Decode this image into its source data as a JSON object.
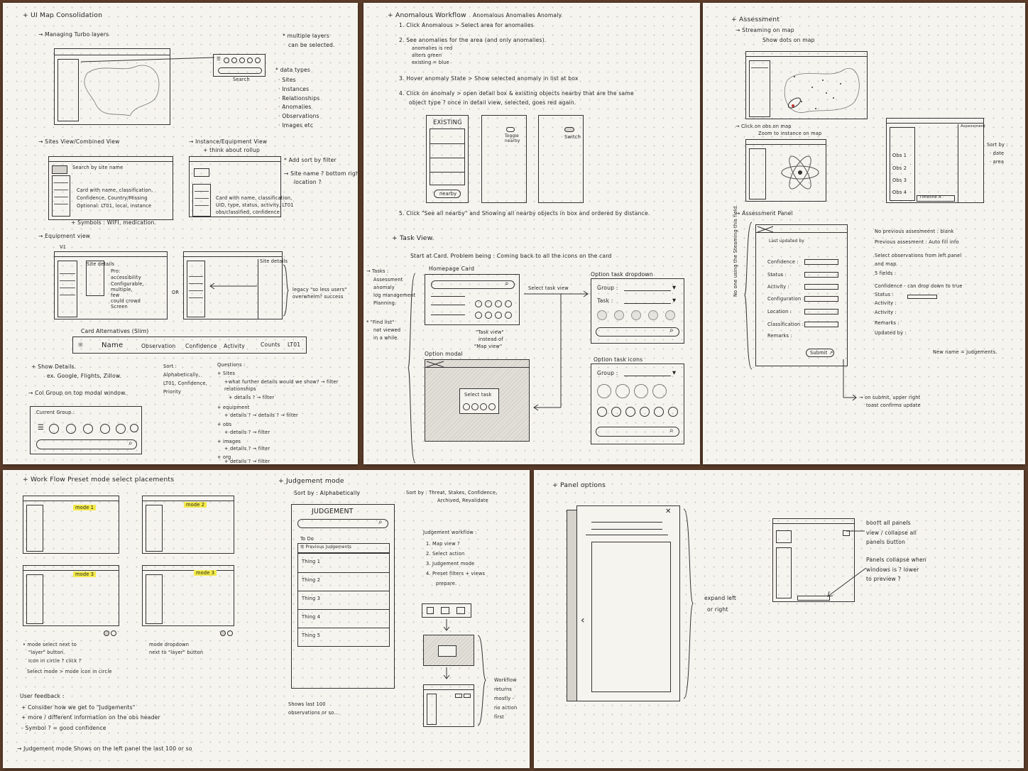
{
  "s1": {
    "title": "+ UI Map Consolidation",
    "turbo": "→ Managing Turbo layers",
    "multi": "* multiple layers",
    "multi2": "can be selected.",
    "search": "Search",
    "dtypes": "* data types",
    "types": [
      "· Sites",
      "· Instances",
      "· Relationships",
      "· Anomalies",
      "· Observations",
      "· Images etc"
    ],
    "sites_view": "→ Sites View/Combined View",
    "instance_view": "→ Instance/Equipment View",
    "rollup": "+ think about rollup",
    "search_site": "Search by site name",
    "card1": [
      "Card with name, classification,",
      "Confidence, Country/Missing",
      "Optional: LT01, local, instance"
    ],
    "card2": [
      "Card with name, classification,",
      "UID, type, status, activity, LT01",
      "obs/classified, confidence"
    ],
    "sort_filter": "* Add sort by filter",
    "site_name": "→ Site name ? bottom right",
    "site_name2": "location ?",
    "symbols": "+ Symbols : WIFI, medication.",
    "equip_view": "→ Equipment view",
    "v1": "V1",
    "site_details": "Site details",
    "pros": [
      "Pro:",
      "accessibility",
      "Configurable,",
      "multiple,",
      "few",
      "could crowd",
      "Screen"
    ],
    "or": "OR",
    "legacy": [
      "legacy \"so less users\"",
      "overwhelm? success"
    ],
    "card_alt": "Card Alternatives (Slim)",
    "card_cols": [
      "Name",
      "Observation",
      "Confidence",
      "Activity",
      "Counts",
      "LT01"
    ],
    "show_details": "+ Show Details.",
    "ex": "ex. Google, Flights, Zillow.",
    "sort": [
      "Sort :",
      "Alphabetically,",
      "LT01, Confidence,",
      "Priority"
    ],
    "questions": [
      "Questions :",
      "+ Sites",
      "+what further details would we show? → filter",
      "relationships",
      "+ details ? → filter",
      "+ equipment",
      "+ details ? → details ? → filter",
      "+ obs",
      "+ details ? → filter",
      "+ images",
      "+ details ? → filter",
      "+ org",
      "+ details ? → filter"
    ],
    "col_group": "→ Col Group on top modal window.",
    "current_group": "Current Group :"
  },
  "s2": {
    "title": "+ Anomalous Workflow",
    "title2": "Anomalous Anomalies  Anomaly",
    "steps": [
      "1.  Click Anomalous > Select area for anomalies",
      "2.  See anomalies for the area (and only anomalies).",
      "anomalies is red",
      "alters green",
      "existing = blue",
      "3.  Hover anomaly State > Show selected anomaly in list at box",
      "4.  Click on anomaly > open detail box & existing objects nearby that are the same",
      "object type ? once in detail view, selected, goes red again."
    ],
    "existing": "EXISTING",
    "nearby": "nearby",
    "toggle": "Toggle nearby",
    "switch": "Switch",
    "step5": "5.  Click \"See all nearby\" and Showing all nearby objects in box and ordered by distance.",
    "task_view": "+ Task View.",
    "start": "Start at Card.  Problem being : Coming back to all the icons on the card",
    "tasks": [
      "→ Tasks :",
      "Assessment",
      "anomaly",
      "log management",
      "Planning."
    ],
    "find": [
      "* \"Find list\"",
      "not viewed",
      "in a while."
    ],
    "homepage": "Homepage Card",
    "taskview_note": [
      "\"Task view\"",
      "instead of",
      "\"Map view\""
    ],
    "select_task": "Select task view",
    "opt_dd": "Option task dropdown",
    "group": "Group :",
    "task": "Task :",
    "opt_modal": "Option modal",
    "select_task2": "Select task",
    "opt_icons": "Option task icons"
  },
  "s3": {
    "title": "+ Assessment",
    "stream": "→ Streaming on map",
    "dots": "Show dots on map",
    "click_obs": "→ Click on obs on map",
    "zoom": "Zoom to instance on map",
    "assess_hdr": "Assessment",
    "obs": [
      "Obs 1",
      "Obs 2",
      "Obs 3",
      "Obs 4"
    ],
    "timeline": "Timeline A ·",
    "sortby": [
      "Sort by :",
      "· date",
      "· area"
    ],
    "panel": "→ Assessment Panel",
    "updated": "Last updated by",
    "fields": [
      "Confidence :",
      "Status :",
      "Activity :",
      "Configuration :",
      "Location :",
      "Classification :",
      "Remarks :"
    ],
    "submit": "Submit ↗",
    "vertical": "No one using the Steaming this field.",
    "notes": [
      "No previous assesmeent : blank",
      "Previous assesment : Auto fill info",
      "Select observations from left panel",
      "and map.",
      "5 fields :",
      "Confidence - can drop down to true",
      "Status :",
      "Activity :",
      "Activity :",
      "Remarks :",
      "Updated by :"
    ],
    "newname": "New name = Judgements.",
    "toast": [
      "→ on submit, upper right",
      "toast confirms update"
    ]
  },
  "s4": {
    "title": "+ Work Flow Preset mode select placements",
    "modes": [
      "mode 1",
      "mode 2",
      "mode 3",
      "mode 3"
    ],
    "notes1": [
      "• mode select next to",
      "\"layer\" button.",
      "Icon in circle ? click ?",
      "Select mode > mode icon in circle"
    ],
    "notes2": [
      "mode dropdown",
      "next to \"layer\" button"
    ],
    "feedback": [
      "User feedback :",
      "+ Consider how we get to \"Judgements\"",
      "+ more / different information on the obs header",
      "- Symbol ? = good confidence"
    ],
    "judg_line": "→ Judgement mode Shows on the left panel the last 100 or so",
    "judg_title": "+ Judgement mode",
    "sortby": "Sort by : Alphabetically",
    "sortby2": [
      "Sort by : Threat, Stakes, Confidence,",
      "Archived, Revalidate"
    ],
    "judgement": "JUDGEMENT",
    "todo": "To Do",
    "prev": "☰ Previous Judgements",
    "things": [
      "Thing 1",
      "Thing 2",
      "Thing 3",
      "Thing 4",
      "Thing 5"
    ],
    "shows": [
      "Shows last 100",
      "observations or so..."
    ],
    "workflow": [
      "Judgement workflow :",
      "1.  Map view ?",
      "2.  Select action",
      "3.  Judgement mode",
      "4.  Preset filters + views",
      "prepare."
    ],
    "wf_ret": [
      "Workflow",
      "returns",
      "mostly -",
      "no action",
      "first"
    ]
  },
  "s5": {
    "title": "+ Panel options",
    "expand": [
      "expand left",
      "or right"
    ],
    "boot": [
      "boo†t all panels",
      "view / collapse all",
      "panels button"
    ],
    "collapse": [
      "Panels collapse when",
      "windows is ? lower",
      "to preview ?"
    ]
  }
}
